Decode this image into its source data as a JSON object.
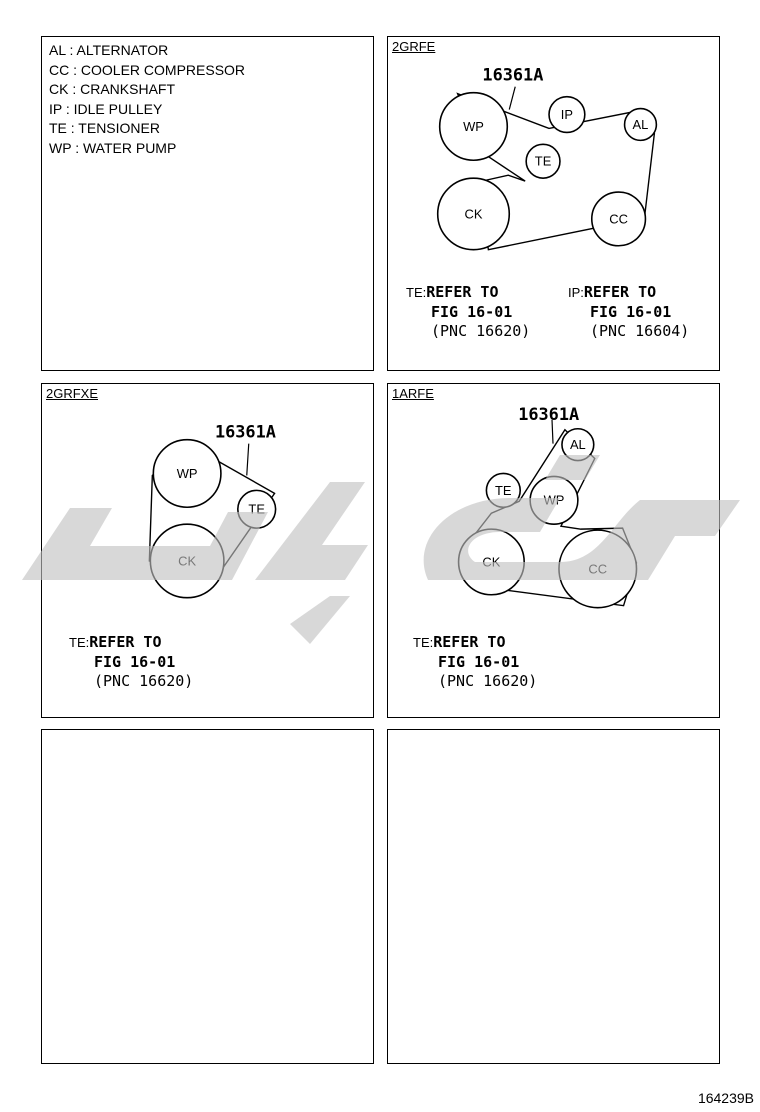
{
  "legend": [
    "AL : ALTERNATOR",
    "CC : COOLER COMPRESSOR",
    "CK : CRANKSHAFT",
    "IP : IDLE PULLEY",
    "TE : TENSIONER",
    "WP : WATER PUMP"
  ],
  "panels": {
    "grfe": {
      "title": "2GRFE",
      "part_number": "16361A",
      "pulleys": {
        "wp": "WP",
        "ip": "IP",
        "al": "AL",
        "te": "TE",
        "ck": "CK",
        "cc": "CC"
      },
      "refs": [
        {
          "key": "TE:",
          "line1": "REFER TO",
          "line2": "FIG 16-01",
          "line3": "(PNC 16620)"
        },
        {
          "key": "IP:",
          "line1": "REFER TO",
          "line2": "FIG 16-01",
          "line3": "(PNC 16604)"
        }
      ]
    },
    "grfxe": {
      "title": "2GRFXE",
      "part_number": "16361A",
      "pulleys": {
        "wp": "WP",
        "te": "TE",
        "ck": "CK"
      },
      "refs": [
        {
          "key": "TE:",
          "line1": "REFER TO",
          "line2": "FIG 16-01",
          "line3": "(PNC 16620)"
        }
      ]
    },
    "arfe": {
      "title": "1ARFE",
      "part_number": "16361A",
      "pulleys": {
        "al": "AL",
        "te": "TE",
        "wp": "WP",
        "ck": "CK",
        "cc": "CC"
      },
      "refs": [
        {
          "key": "TE:",
          "line1": "REFER TO",
          "line2": "FIG 16-01",
          "line3": "(PNC 16620)"
        }
      ]
    }
  },
  "figure_code": "164239B",
  "colors": {
    "watermark": "#c0c0c0",
    "line": "#000000"
  }
}
